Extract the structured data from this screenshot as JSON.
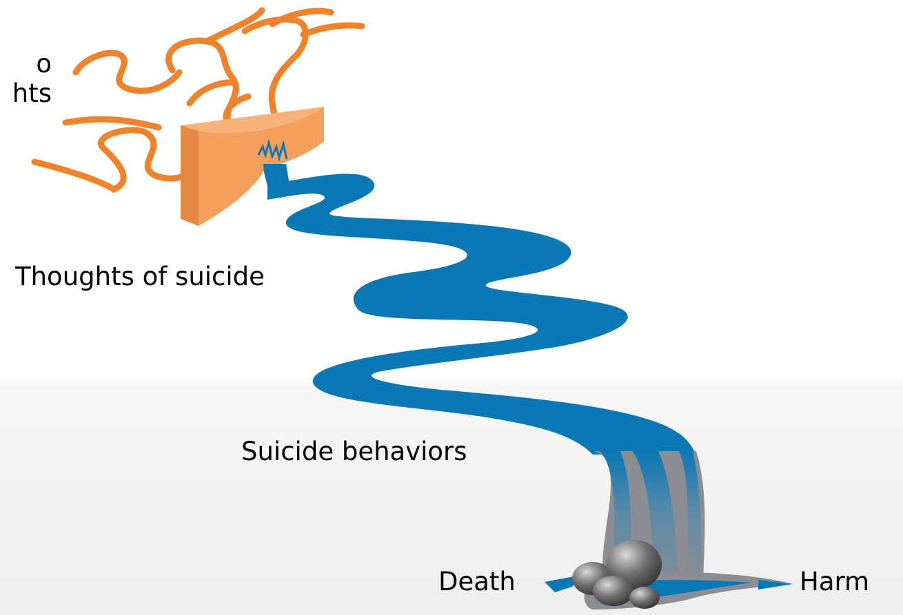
{
  "labels": {
    "top_partial_line1": "o",
    "top_partial_line2": "hts",
    "thoughts": "Thoughts of suicide",
    "behaviors": "Suicide behaviors",
    "death": "Death",
    "harm": "Harm"
  },
  "colors": {
    "river": "#0a78b4",
    "fire": "#f0822a",
    "dam": "#f4a05c",
    "dam_dark": "#e58a45",
    "rock": "#555555",
    "falls_gray": "#8a8d91"
  },
  "icons": [
    "flame-icon",
    "dam-icon",
    "river-icon",
    "waterfall-icon",
    "rocks-icon"
  ]
}
